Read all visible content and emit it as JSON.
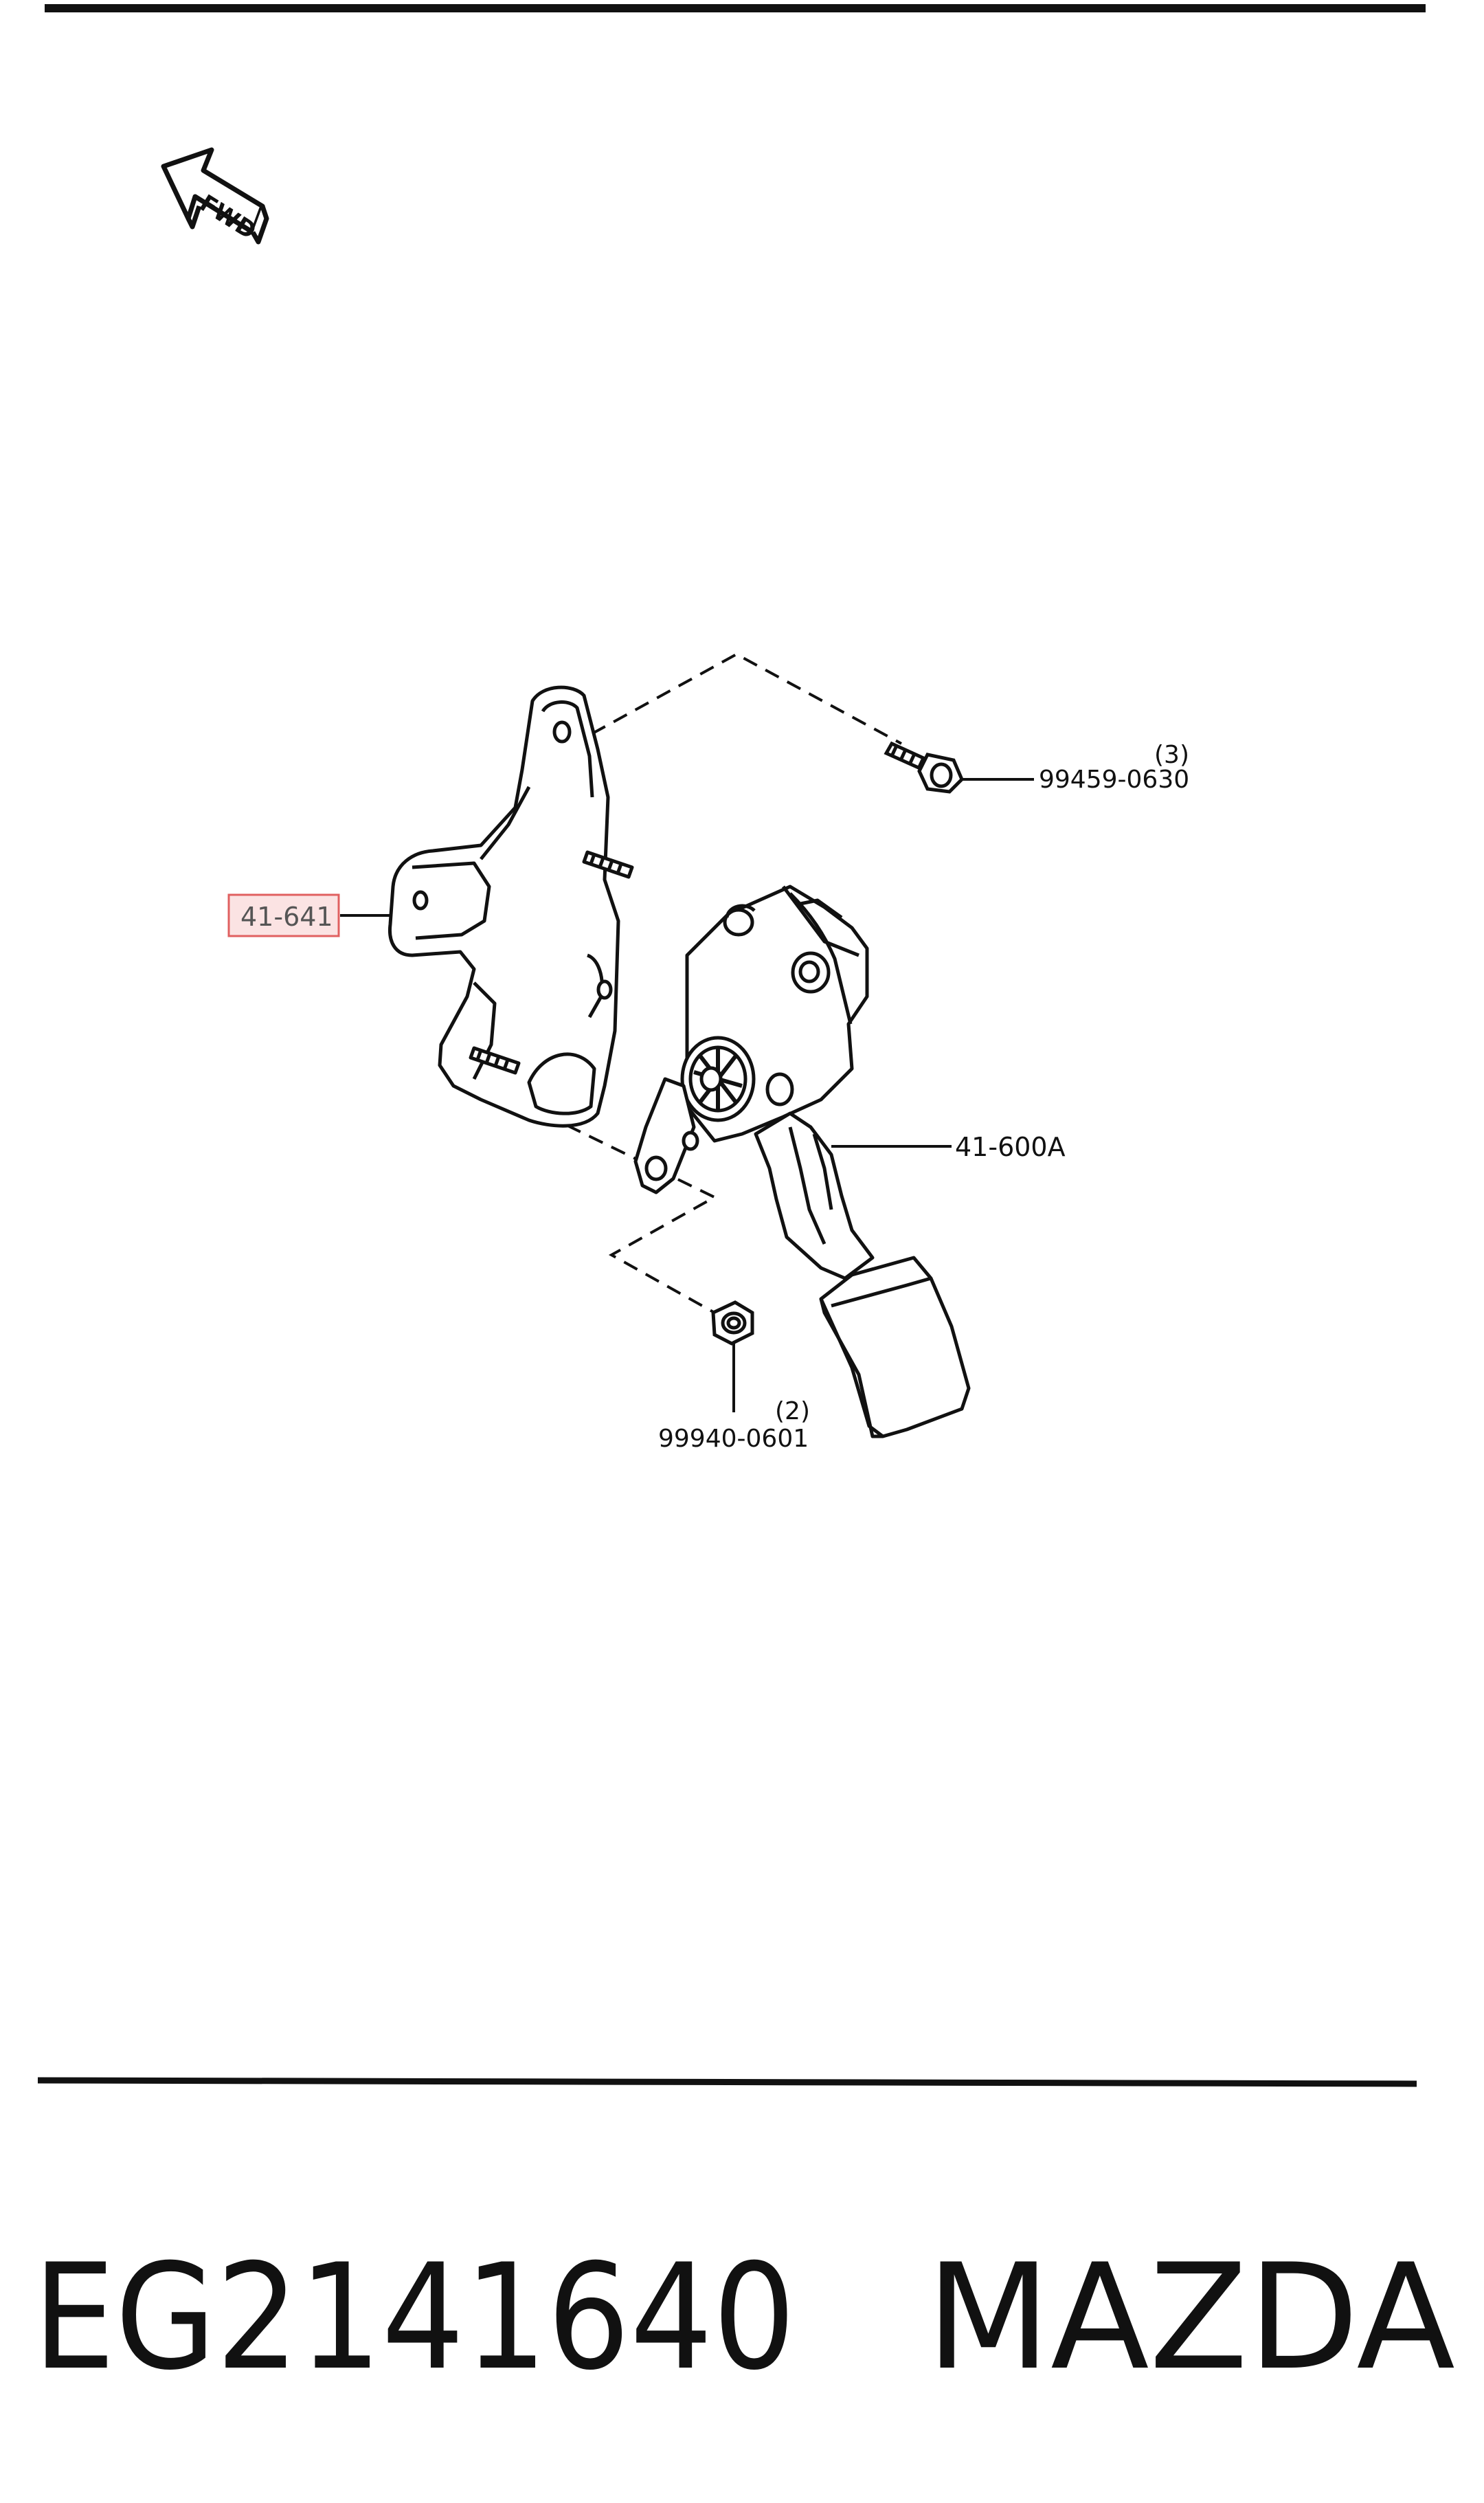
{
  "labels": {
    "fwd": "FWD",
    "bolt_qty": "(3)",
    "bolt_part": "99459-0630",
    "bracket_part": "41-641",
    "pedal_part": "41-600A",
    "nut_qty": "(2)",
    "nut_part": "99940-0601"
  },
  "caption": {
    "part_number": "EG2141640",
    "brand": "MAZDA"
  },
  "colors": {
    "line": "#111111",
    "highlight_border": "#e06060",
    "highlight_fill": "#fbe3e3",
    "highlight_text": "#555555"
  }
}
